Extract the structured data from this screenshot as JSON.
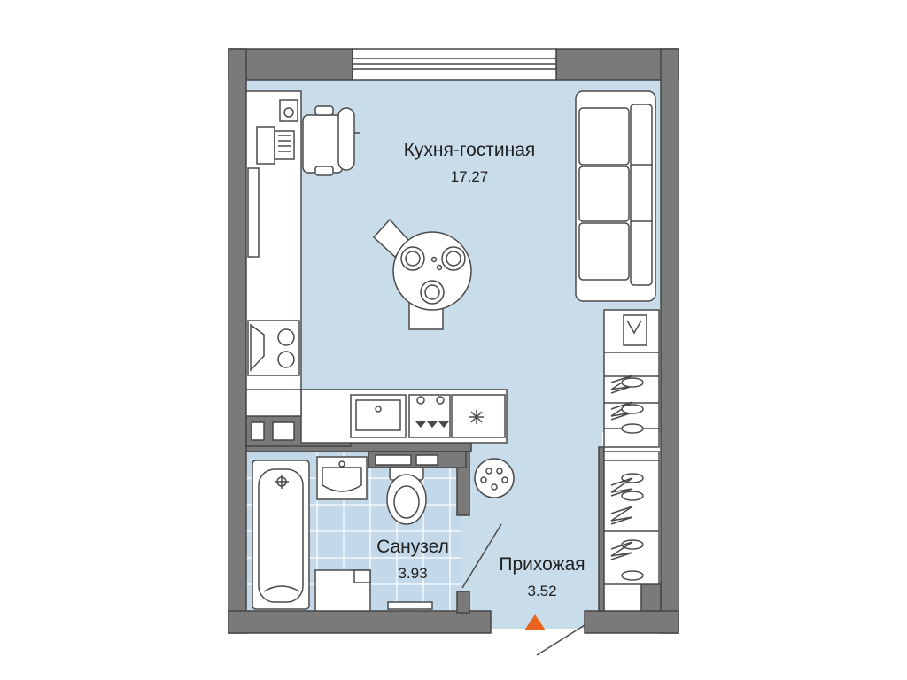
{
  "rooms": [
    {
      "id": "kitchen-living",
      "name": "Кухня-гостиная",
      "area": "17.27"
    },
    {
      "id": "bathroom",
      "name": "Санузел",
      "area": "3.93"
    },
    {
      "id": "hallway",
      "name": "Прихожая",
      "area": "3.52"
    }
  ],
  "colors": {
    "wall": "#7a7a7a",
    "wall_outline": "#444444",
    "floor_main": "#c8dcea",
    "floor_tile": "#c3d9e9",
    "tile_grid": "#ffffff",
    "furniture_stroke": "#4a4a4a",
    "furniture_fill": "#ffffff",
    "entrance_marker": "#e8641e"
  },
  "icons": [
    "entrance-arrow-icon",
    "snowflake-icon"
  ]
}
